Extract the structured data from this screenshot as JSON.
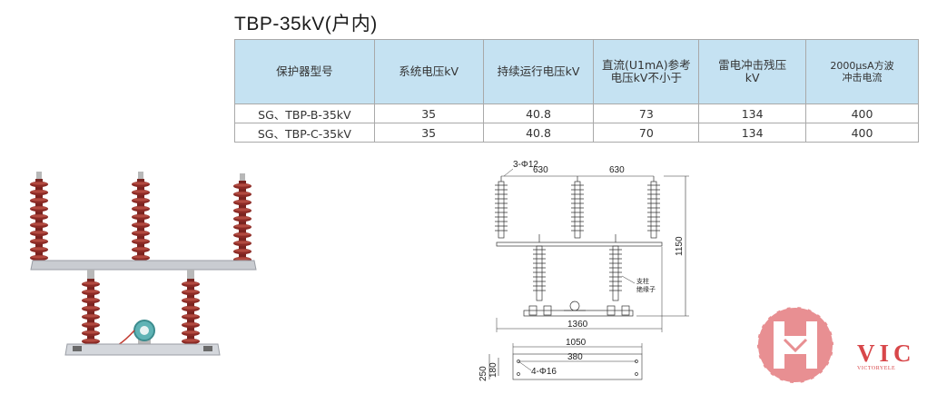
{
  "title": "TBP-35kV(户内)",
  "table": {
    "headers": [
      "保护器型号",
      "系统电压kV",
      "持续运行电压kV",
      "直流(U1mA)参考",
      "电压kV不小于",
      "雷电冲击残压",
      "kV",
      "2000μsA方波",
      "冲击电流"
    ],
    "rows": [
      [
        "SG、TBP-B-35kV",
        "35",
        "40.8",
        "73",
        "134",
        "400"
      ],
      [
        "SG、TBP-C-35kV",
        "35",
        "40.8",
        "70",
        "134",
        "400"
      ]
    ]
  },
  "drawing": {
    "holes_top": "3-Φ12",
    "spacing_left": "630",
    "spacing_right": "630",
    "height": "1150",
    "total_width": "1360",
    "support_label_1": "支柱",
    "support_label_2": "绝缘子",
    "base_length": "1050",
    "base_hole_spacing": "380",
    "base_width": "250",
    "base_inner": "180",
    "base_holes": "4-Φ16"
  },
  "logo": {
    "name": "VIC",
    "subtitle": "VICTORYELE"
  },
  "colors": {
    "header_bg": "#c5e2f2",
    "porcelain": "#8b2a25",
    "logo_red": "#d8474a"
  }
}
